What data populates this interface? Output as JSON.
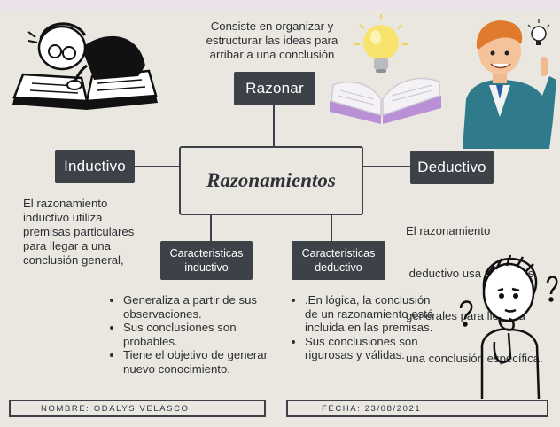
{
  "central_topic": "Razonamientos",
  "razonar": {
    "label": "Razonar",
    "description_lines": [
      "Consiste en organizar y",
      "estructurar las ideas para",
      "arribar a una conclusión"
    ]
  },
  "inductivo": {
    "label": "Inductivo",
    "description_lines": [
      "El razonamiento",
      "inductivo utiliza",
      "premisas particulares",
      "para llegar a una",
      "conclusión general,"
    ],
    "characteristics_label_lines": [
      "Caracteristicas",
      "inductivo"
    ],
    "characteristics": [
      [
        "Generaliza a partir de sus",
        "observaciones."
      ],
      [
        "Sus conclusiones son",
        "probables."
      ],
      [
        "Tiene el objetivo de generar",
        "nuevo conocimiento."
      ]
    ]
  },
  "deductivo": {
    "label": "Deductivo",
    "description_lines": [
      "El razonamiento",
      " deductivo usa principios",
      "generales para llegar a",
      "una conclusión específica."
    ],
    "characteristics_label_lines": [
      "Caracteristicas",
      "deductivo"
    ],
    "characteristics": [
      [
        ".En lógica, la conclusión",
        "de un razonamiento está",
        "incluida en las premisas."
      ],
      [
        "Sus conclusiones son",
        "rigurosas y válidas."
      ]
    ]
  },
  "footer": {
    "name": "NOMBRE: ODALYS VELASCO",
    "date": "FECHA: 23/08/2021"
  },
  "colors": {
    "background": "#e9e7df",
    "box": "#3d4249",
    "box_text": "#ffffff",
    "text": "#2c2f33"
  },
  "icons": [
    "reading-man-illustration",
    "lightbulb-book-illustration",
    "idea-man-illustration",
    "thinking-man-illustration"
  ]
}
